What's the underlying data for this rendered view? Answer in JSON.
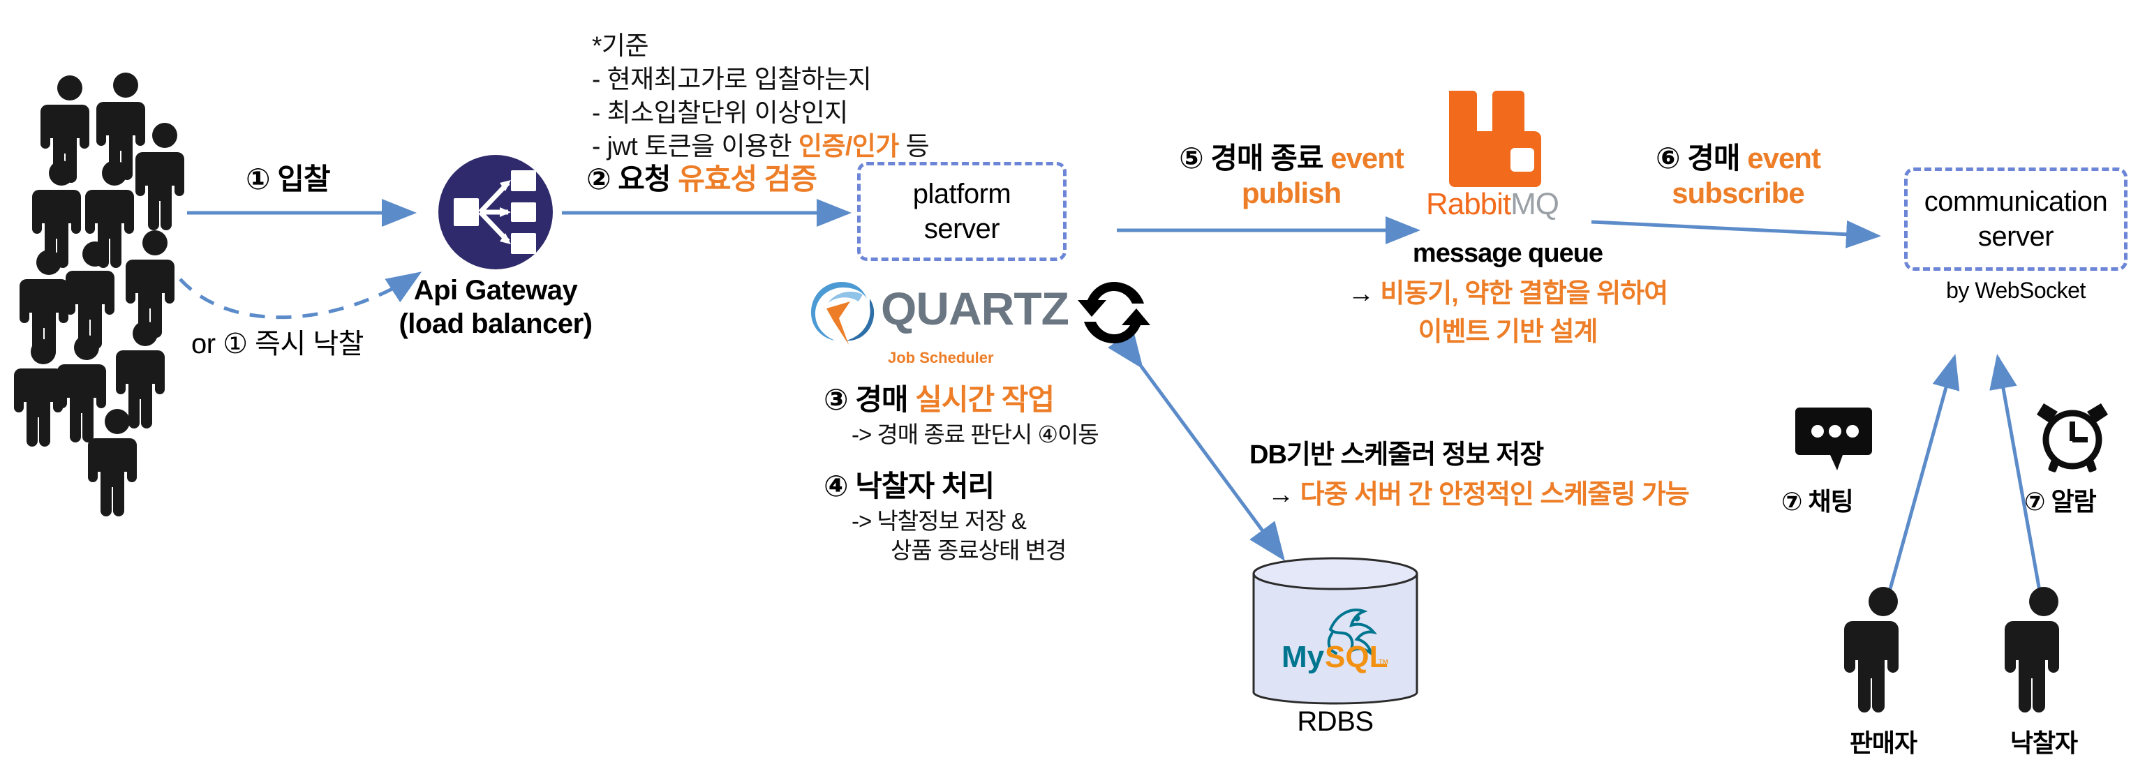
{
  "diagram": {
    "title": "auction system architecture flow",
    "colors": {
      "accent_orange": "#ED7D26",
      "arrow_blue": "#5B8BC9",
      "dashed_blue": "#6C85D6",
      "gateway_navy": "#2E2A6B",
      "rabbit_orange": "#F26A1B",
      "quartz_gray": "#6A7682",
      "mysql_teal": "#00758F",
      "mysql_orange": "#F29111",
      "cylinder_fill": "#DEE3F5"
    }
  },
  "criteria_note": {
    "line1": "*기준",
    "line2": "- 현재최고가로 입찰하는지",
    "line3": "- 최소입찰단위 이상인지",
    "line4_prefix": " - jwt 토큰을 이용한 ",
    "line4_highlight": "인증/인가",
    "line4_suffix": " 등"
  },
  "steps": {
    "step1": {
      "number": "①",
      "label": "입찰"
    },
    "step1_alt": {
      "prefix": "or ",
      "number": "①",
      "label": "즉시 낙찰"
    },
    "step2": {
      "number": "②",
      "label_plain": "요청 ",
      "label_highlight": "유효성 검증"
    },
    "step3": {
      "number": "③",
      "label_plain": "경매 ",
      "label_highlight": "실시간 작업",
      "sub": "-> 경매 종료 판단시 ④이동"
    },
    "step4": {
      "number": "④",
      "label_plain": "낙찰자 처리",
      "label_highlight": "",
      "sub_line1": "-> 낙찰정보 저장 &",
      "sub_line2": "상품 종료상태 변경"
    },
    "step5": {
      "number": "⑤",
      "label_plain": "경매 종료 ",
      "label_highlight_1": "event",
      "label_highlight_2": "publish"
    },
    "step6": {
      "number": "⑥",
      "label_plain": "경매 ",
      "label_highlight_1": "event",
      "label_highlight_2": "subscribe"
    },
    "step7_chat": {
      "number": "⑦",
      "label": "채팅"
    },
    "step7_alarm": {
      "number": "⑦",
      "label": "알람"
    }
  },
  "nodes": {
    "crowd": {
      "name": "bidders crowd",
      "count": 12
    },
    "api_gateway": {
      "line1": "Api Gateway",
      "line2": "(load balancer)"
    },
    "platform_server": {
      "line1": "platform",
      "line2": "server"
    },
    "quartz": {
      "wordmark": "QUARTZ",
      "subtitle": "Job Scheduler"
    },
    "rabbitmq": {
      "word_1": "Rabbit",
      "word_2": "MQ",
      "caption": "message queue",
      "desc_arrow": "→ ",
      "desc_line1": "비동기, 약한 결합을 위하여",
      "desc_line2": "이벤트 기반 설계"
    },
    "communication_server": {
      "line1": "communication",
      "line2": "server",
      "note": "by WebSocket"
    },
    "database": {
      "logo_my": "My",
      "logo_sql": "SQL",
      "logo_tm": "™",
      "caption": "RDBS"
    },
    "db_note": {
      "title": "DB기반 스케줄러 정보 저장",
      "arrow": "→ ",
      "highlight": "다중 서버 간 안정적인 스케줄링 가능"
    },
    "seller": {
      "label": "판매자"
    },
    "winner": {
      "label": "낙찰자"
    }
  }
}
